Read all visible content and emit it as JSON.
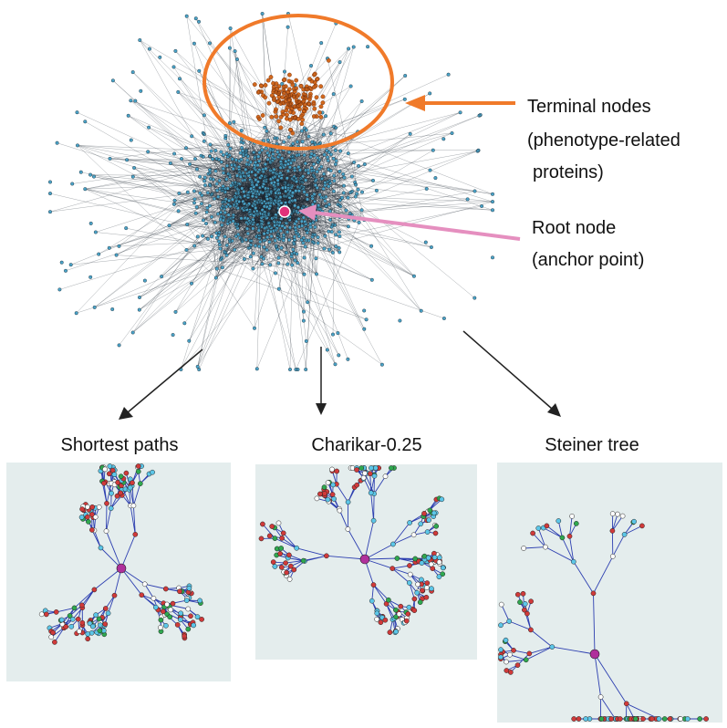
{
  "annotations": {
    "terminal": [
      "Terminal nodes",
      "(phenotype-related",
      "proteins)"
    ],
    "root": [
      "Root node",
      "(anchor point)"
    ]
  },
  "panels": [
    {
      "title": "Shortest paths"
    },
    {
      "title": "Charikar-0.25"
    },
    {
      "title": "Steiner tree"
    }
  ],
  "colors": {
    "node_blue": "#4aa3c8",
    "node_dark_outline": "#1b2a33",
    "edge_dark": "#1a2530",
    "terminal_orange": "#d2691e",
    "highlight_ellipse": "#f07a2a",
    "root_magenta": "#e0327a",
    "root_arrow_pink": "#e58fbf",
    "panel_bg": "#e4eded",
    "tree_edge_blue": "#2d3fb0",
    "tree_root_purple": "#b0309c",
    "leaf_red": "#d03a3a",
    "leaf_green": "#2fa84f",
    "leaf_white": "#ffffff",
    "leaf_cyan": "#5cc6e8"
  }
}
